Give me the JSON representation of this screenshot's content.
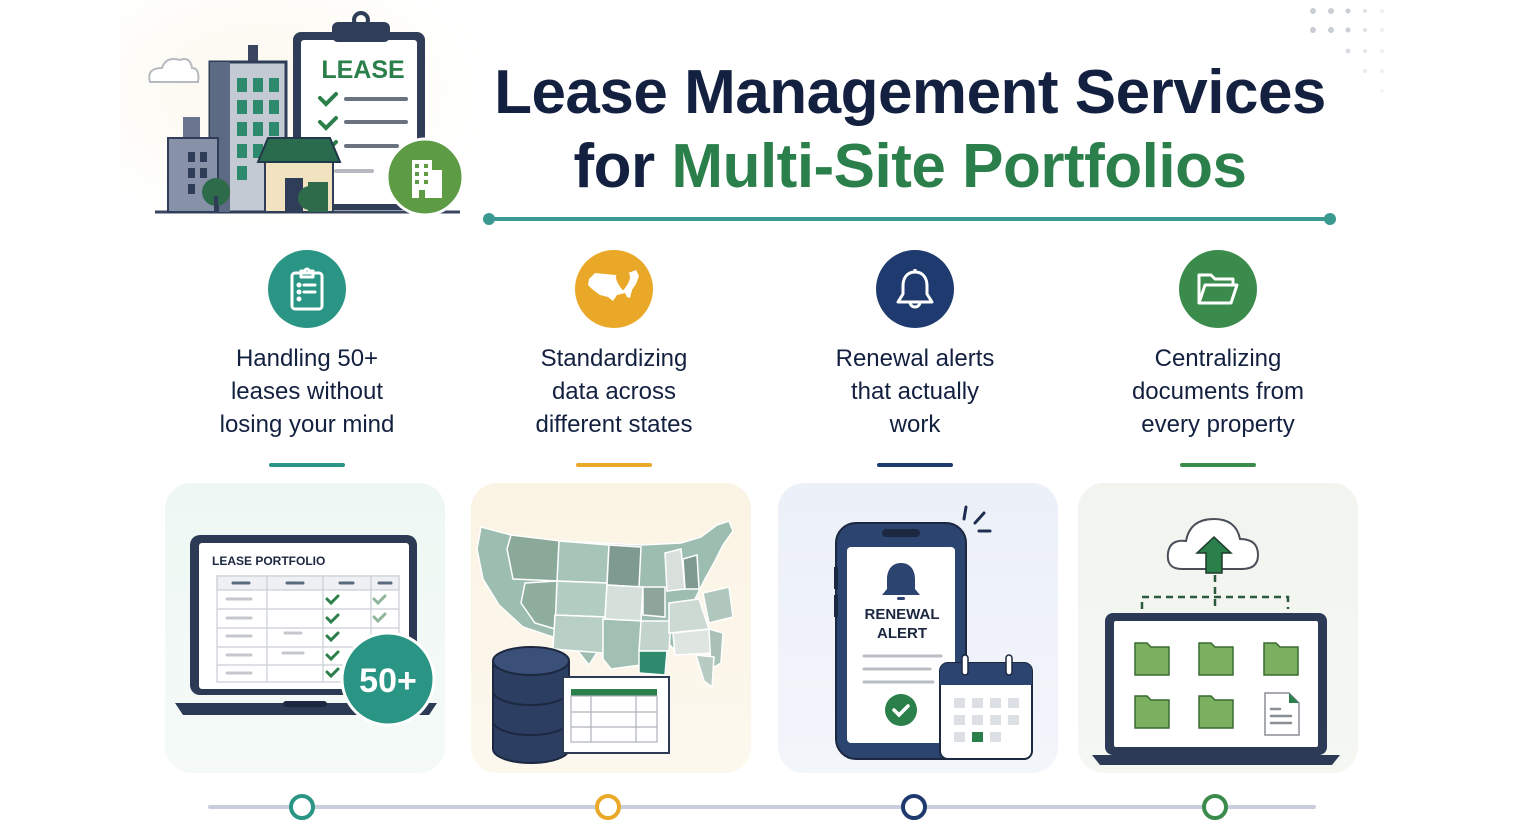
{
  "header": {
    "title_line1": "Lease Management Services",
    "title_line2_prefix": "for",
    "title_line2_highlight": "Multi-Site Portfolios"
  },
  "hero": {
    "clipboard_title": "LEASE",
    "icons": [
      "cloud-icon",
      "office-building-icon",
      "clipboard-icon",
      "checkmark-icon",
      "storefront-icon",
      "building-badge-icon"
    ]
  },
  "colors": {
    "navy": "#13203f",
    "brand_green": "#2a7f4a",
    "teal": "#2a9584",
    "amber": "#eaa829",
    "dark_blue": "#1e3a6e",
    "green": "#3b8b4c",
    "rule_teal": "#3a9a92"
  },
  "features": [
    {
      "label": "Handling 50+ leases without losing your mind",
      "line1": "Handling 50+",
      "line2": "leases without",
      "line3": "losing your mind",
      "icon": "clipboard-list-icon",
      "color": "#2a9584",
      "card": {
        "heading": "LEASE PORTFOLIO",
        "badge": "50+",
        "rows": 5,
        "bg": "#eef6f3"
      }
    },
    {
      "label": "Standardizing data across different states",
      "line1": "Standardizing",
      "line2": "data across",
      "line3": "different states",
      "icon": "us-map-pin-icon",
      "color": "#eaa829",
      "card": {
        "bg": "#fbf4e4",
        "highlight_state": "Louisiana"
      }
    },
    {
      "label": "Renewal alerts that actually work",
      "line1": "Renewal alerts",
      "line2": "that actually",
      "line3": "work",
      "icon": "bell-icon",
      "color": "#1e3a6e",
      "card": {
        "alert_line1": "RENEWAL",
        "alert_line2": "ALERT",
        "bg": "#edf1f8"
      }
    },
    {
      "label": "Centralizing documents from every property",
      "line1": "Centralizing",
      "line2": "documents from",
      "line3": "every property",
      "icon": "folder-icon",
      "color": "#3b8b4c",
      "card": {
        "bg": "#f1f4ef",
        "folders": 5,
        "documents": 1
      }
    }
  ],
  "timeline": {
    "steps": 4
  }
}
